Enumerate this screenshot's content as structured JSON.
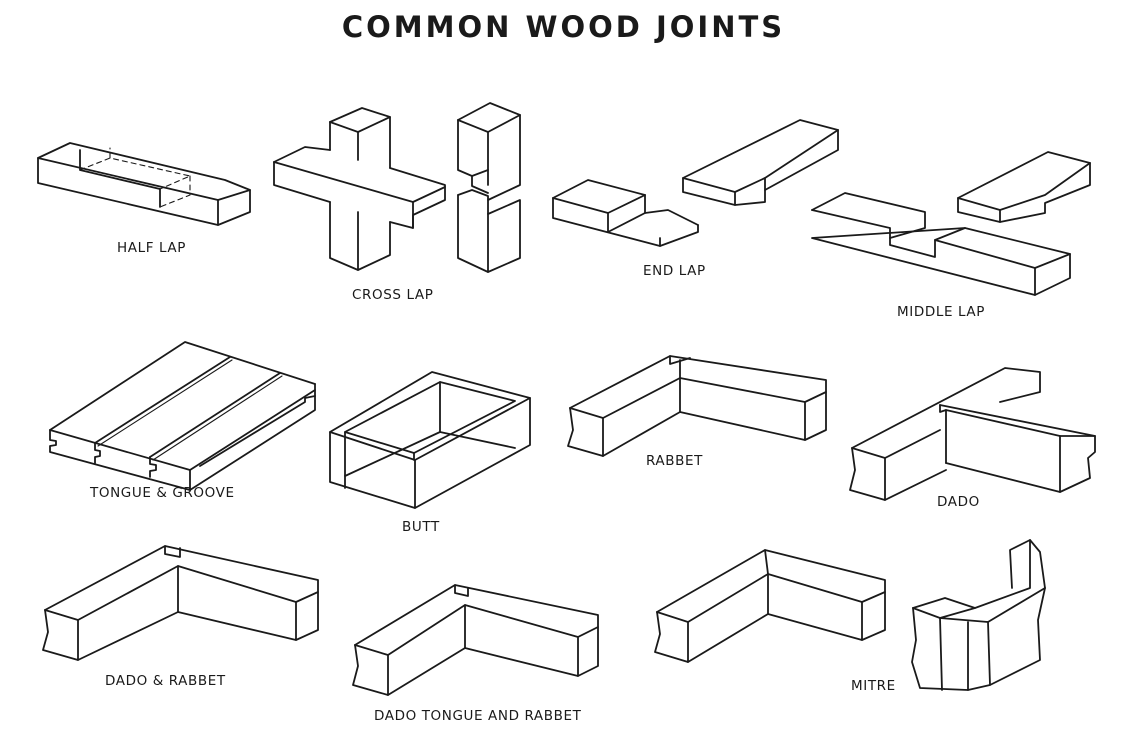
{
  "title": "COMMON WOOD JOINTS",
  "joints": [
    {
      "id": "half-lap",
      "label": "HALF LAP"
    },
    {
      "id": "cross-lap",
      "label": "CROSS LAP"
    },
    {
      "id": "end-lap",
      "label": "END LAP"
    },
    {
      "id": "middle-lap",
      "label": "MIDDLE LAP"
    },
    {
      "id": "tongue-groove",
      "label": "TONGUE & GROOVE"
    },
    {
      "id": "butt",
      "label": "BUTT"
    },
    {
      "id": "rabbet",
      "label": "RABBET"
    },
    {
      "id": "dado",
      "label": "DADO"
    },
    {
      "id": "dado-rabbet",
      "label": "DADO & RABBET"
    },
    {
      "id": "dado-tongue-rabbet",
      "label": "DADO TONGUE AND RABBET"
    },
    {
      "id": "mitre",
      "label": "MITRE"
    }
  ]
}
